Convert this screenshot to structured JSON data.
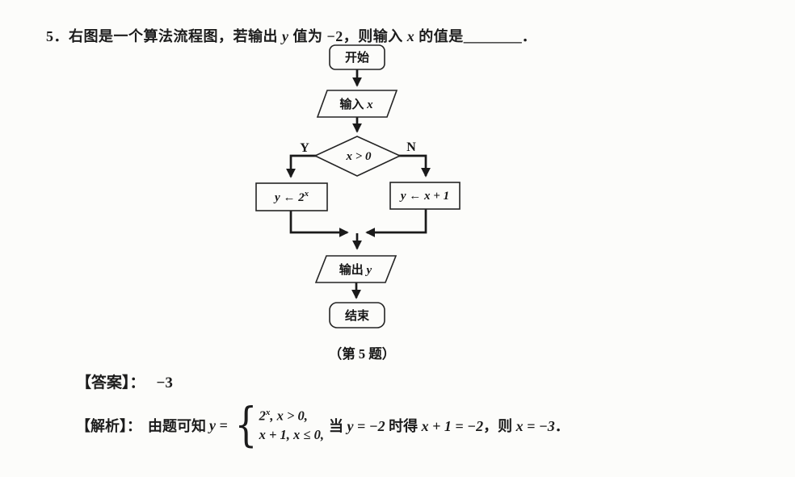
{
  "page": {
    "background": "#fcfcfa",
    "ink": "#1c1c1c"
  },
  "question": {
    "q1": "5．右图是一个算法流程图，若输出 ",
    "y_var": "y",
    "q2": " 值为 −2，则输入 ",
    "x_var": "x",
    "q3": " 的值是",
    "blank": "________",
    "period": "．"
  },
  "flowchart": {
    "start": "开始",
    "input_label": "输入 ",
    "input_var": "x",
    "decision": "x > 0",
    "branch_yes": "Y",
    "branch_no": "N",
    "assign_left_base": "y ← 2",
    "assign_left_sup": "x",
    "assign_right": "y ← x + 1",
    "output_label": "输出 ",
    "output_var": "y",
    "end": "结束",
    "caption": "（第 5 题）"
  },
  "answer": {
    "label": "【答案】：",
    "value": "−3"
  },
  "analysis": {
    "label": "【解析】：",
    "intro": "由题可知",
    "lhs": "y =",
    "case1_base": "2",
    "case1_sup": "x",
    "case1_rest": ", x > 0,",
    "case2": "x + 1, x ≤ 0,",
    "c1": "当 ",
    "c2": "y = −2",
    "c3": " 时得 ",
    "c4": "x + 1 = −2",
    "c5": "，则 ",
    "c6": "x = −3",
    "c7": "．"
  }
}
